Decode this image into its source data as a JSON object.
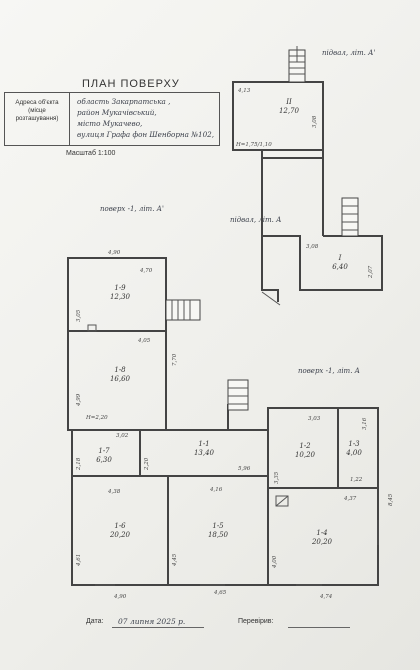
{
  "header": {
    "title": "ПЛАН ПОВЕРХУ",
    "address_label_lines": [
      "Адреса об'єкта",
      "(місце",
      "розташування)"
    ],
    "address_lines": [
      "область Закарпатська ,",
      "район Мукачівський,",
      "місто Мукачево,",
      "вулиця Графа фон Шенборна №102,"
    ],
    "scale": "Масштаб 1:100"
  },
  "labels": {
    "basement_top": "підвал, літ. А'",
    "basement_mid": "підвал, літ. А",
    "floor_left": "поверх -1, літ. А'",
    "floor_right": "поверх -1, літ. А"
  },
  "rooms": [
    {
      "id": "II",
      "area": "12,70"
    },
    {
      "id": "I",
      "area": "6,40"
    },
    {
      "id": "1-9",
      "area": "12,30"
    },
    {
      "id": "1-8",
      "area": "16,60"
    },
    {
      "id": "1-7",
      "area": "6,30"
    },
    {
      "id": "1-1",
      "area": "13,40"
    },
    {
      "id": "1-2",
      "area": "10,20"
    },
    {
      "id": "1-3",
      "area": "4,00"
    },
    {
      "id": "1-6",
      "area": "20,20"
    },
    {
      "id": "1-5",
      "area": "18,50"
    },
    {
      "id": "1-4",
      "area": "20,20"
    }
  ],
  "dimensions": {
    "d413": "4,13",
    "d1270h": "3,08",
    "hnote_top": "H=1,75/1,10",
    "d308": "3,08",
    "d207": "2,07",
    "d490top": "4,90",
    "d470": "4,70",
    "d305": "3,05",
    "d405": "4,05",
    "d770": "7,70",
    "d499": "4,99",
    "hnote_mid": "H=2,20",
    "d302": "3,02",
    "d218": "2,18",
    "d220": "2,20",
    "d596": "5,96",
    "d303": "3,03",
    "d316": "3,16",
    "d335": "3,35",
    "d122": "1,22",
    "d438": "4,38",
    "d416": "4,16",
    "d437": "4,37",
    "d845": "8,45",
    "d461": "4,61",
    "d445": "4,45",
    "d400": "4,00",
    "d490bot": "4,90",
    "d465": "4,65",
    "d474": "4,74"
  },
  "footer": {
    "date_label": "Дата:",
    "date_value": "07 липня 2025 р.",
    "checked_label": "Перевірив:"
  }
}
